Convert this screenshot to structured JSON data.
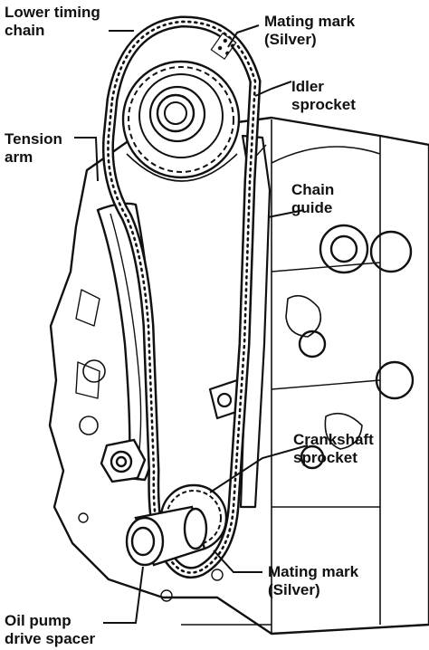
{
  "labels": {
    "lower_timing_chain": {
      "line1": "Lower timing",
      "line2": "chain"
    },
    "mating_mark_top": {
      "line1": "Mating mark",
      "line2": "(Silver)"
    },
    "idler_sprocket": {
      "line1": "Idler",
      "line2": "sprocket"
    },
    "tension_arm": {
      "line1": "Tension",
      "line2": "arm"
    },
    "chain_guide": {
      "line1": "Chain",
      "line2": "guide"
    },
    "crankshaft_sprocket": {
      "line1": "Crankshaft",
      "line2": "sprocket"
    },
    "mating_mark_bottom": {
      "line1": "Mating mark",
      "line2": "(Silver)"
    },
    "oil_pump_drive_spacer": {
      "line1": "Oil pump",
      "line2": "drive spacer"
    }
  },
  "colors": {
    "ink": "#111111",
    "paper": "#ffffff"
  }
}
